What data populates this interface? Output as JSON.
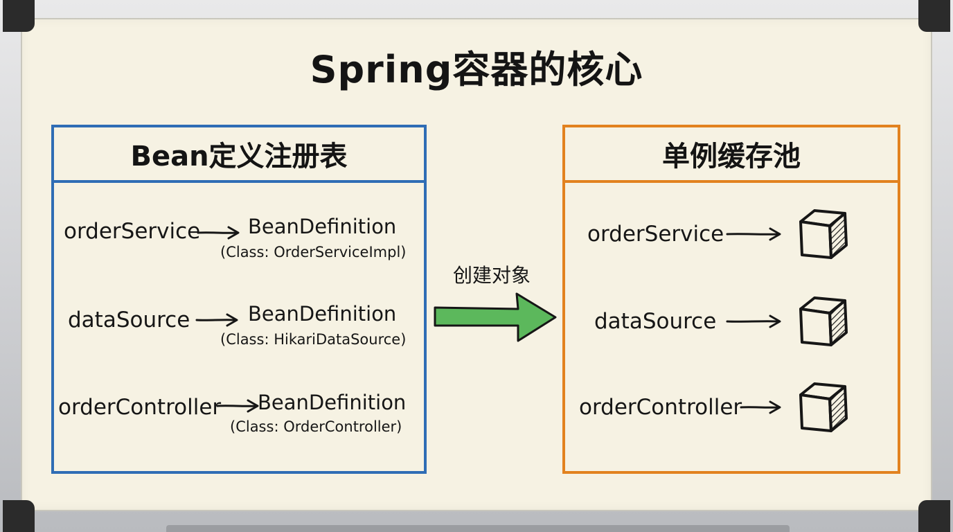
{
  "title": "Spring容器的核心",
  "registry": {
    "header": "Bean定义注册表",
    "rows": [
      {
        "name": "orderService",
        "definition": "BeanDefinition",
        "class": "(Class: OrderServiceImpl)"
      },
      {
        "name": "dataSource",
        "definition": "BeanDefinition",
        "class": "(Class: HikariDataSource)"
      },
      {
        "name": "orderController",
        "definition": "BeanDefinition",
        "class": "(Class: OrderController)"
      }
    ]
  },
  "transition": {
    "label": "创建对象"
  },
  "singleton_pool": {
    "header": "单例缓存池",
    "rows": [
      {
        "name": "orderService",
        "icon": "cube-icon"
      },
      {
        "name": "dataSource",
        "icon": "cube-icon"
      },
      {
        "name": "orderController",
        "icon": "cube-icon"
      }
    ]
  },
  "colors": {
    "registry_border": "#2f6db5",
    "pool_border": "#e2821f",
    "arrow_fill": "#5cb85c",
    "ink": "#161616",
    "board": "#f6f2e3"
  }
}
